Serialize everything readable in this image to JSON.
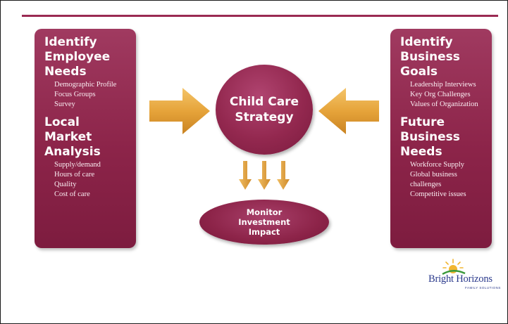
{
  "left_panel": {
    "sections": [
      {
        "heading": "Identify\nEmployee\nNeeds",
        "items": [
          "Demographic Profile",
          "Focus Groups",
          "Survey"
        ]
      },
      {
        "heading": "Local\nMarket\nAnalysis",
        "items": [
          "Supply/demand",
          "Hours of care",
          "Quality",
          "Cost of care"
        ]
      }
    ]
  },
  "center": {
    "strategy_label": "Child Care\nStrategy",
    "monitor_label": "Monitor\nInvestment\nImpact"
  },
  "right_panel": {
    "sections": [
      {
        "heading": "Identify\nBusiness\nGoals",
        "items": [
          "Leadership Interviews",
          "Key Org Challenges",
          "Values of Organization"
        ]
      },
      {
        "heading": "Future\nBusiness\nNeeds",
        "items": [
          "Workforce Supply",
          "Global business",
          "challenges",
          "Competitive issues"
        ]
      }
    ]
  },
  "logo": {
    "name": "Bright Horizons",
    "tagline": "FAMILY SOLUTIONS"
  },
  "colors": {
    "maroon": "#8c2449",
    "arrow_orange": "#e6a43a",
    "logo_blue": "#2b3a8c",
    "rule": "#9a2a52"
  }
}
